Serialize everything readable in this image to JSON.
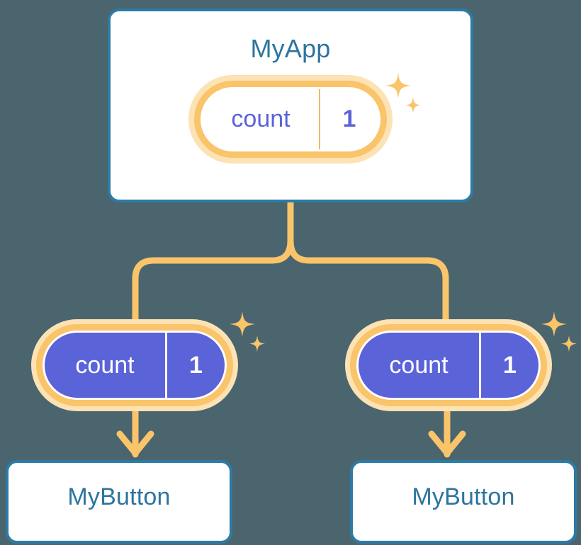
{
  "diagram": {
    "type": "component-state-tree",
    "background_color": "#4a656e",
    "colors": {
      "card_border": "#2d7ba5",
      "card_title_text": "#2d74a0",
      "pill_ring": "#f9c46a",
      "pill_glow": "#fde2b4",
      "pill_fill_purple": "#5b63d9",
      "pill_text_purple": "#5b63d9",
      "pill_text_white": "#ffffff",
      "connector": "#f9c46a",
      "sparkle": "#f9c46a"
    }
  },
  "root": {
    "title": "MyApp",
    "state": {
      "key": "count",
      "value": "1"
    }
  },
  "children": [
    {
      "title": "MyButton",
      "state": {
        "key": "count",
        "value": "1"
      }
    },
    {
      "title": "MyButton",
      "state": {
        "key": "count",
        "value": "1"
      }
    }
  ],
  "icons": {
    "sparkle_large": "sparkle-icon",
    "sparkle_small": "sparkle-icon",
    "arrow_down": "arrow-down-icon"
  }
}
